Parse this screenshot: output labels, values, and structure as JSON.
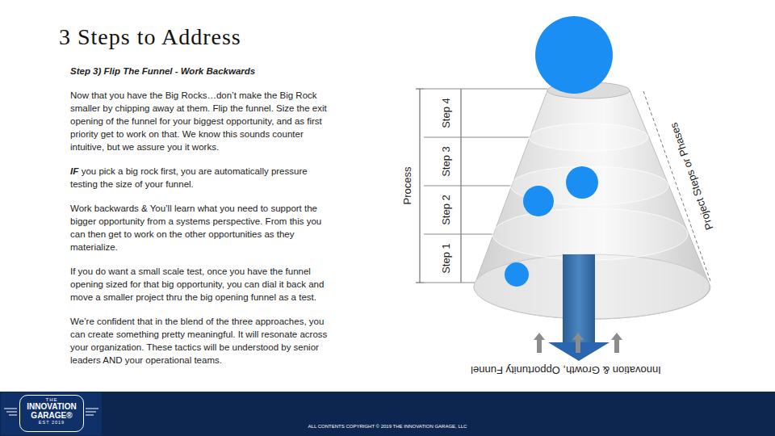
{
  "diagram": {
    "title": "3 Steps to Address",
    "nodes": [
      {
        "text": [
          "THE",
          "INNOVATION GARAGE®",
          "EST 2019"
        ]
      }
    ],
    "labels": [
      "Step 3) Flip The Funnel - Work Backwards",
      "Now that you have the Big Rocks…don’t make the Big Rock smaller by chipping away at them. Flip the funnel. Size the exit opening of the funnel for your biggest opportunity, and as first priority get to work on that. We know this sounds counter intuitive, but we assure you it works.",
      "IF",
      "you pick a big rock first, you are automatically pressure testing the size of your funnel.",
      "Work backwards & You’ll learn what you need to support the bigger opportunity from a systems perspective. From this you can then get to work on the other opportunities as they materialize.",
      "If you do want a small scale test, once you have the funnel opening sized for that big opportunity, you can dial it back and move a smaller project thru the big opening funnel as a test.",
      "We’re confident that in the blend of the three approaches, you can create something pretty meaningful.  It will resonate across your organization. These tactics will be understood by senior leaders AND your operational teams.",
      "Process",
      "Step 4",
      "Step 3",
      "Step 2",
      "Step 1",
      "Project Steps or Phases",
      "Innovation & Growth, Opportunity Funnel",
      "ALL CONTENTS COPYRIGHT © 2019 THE INNOVATION GARAGE, LLC"
    ]
  }
}
